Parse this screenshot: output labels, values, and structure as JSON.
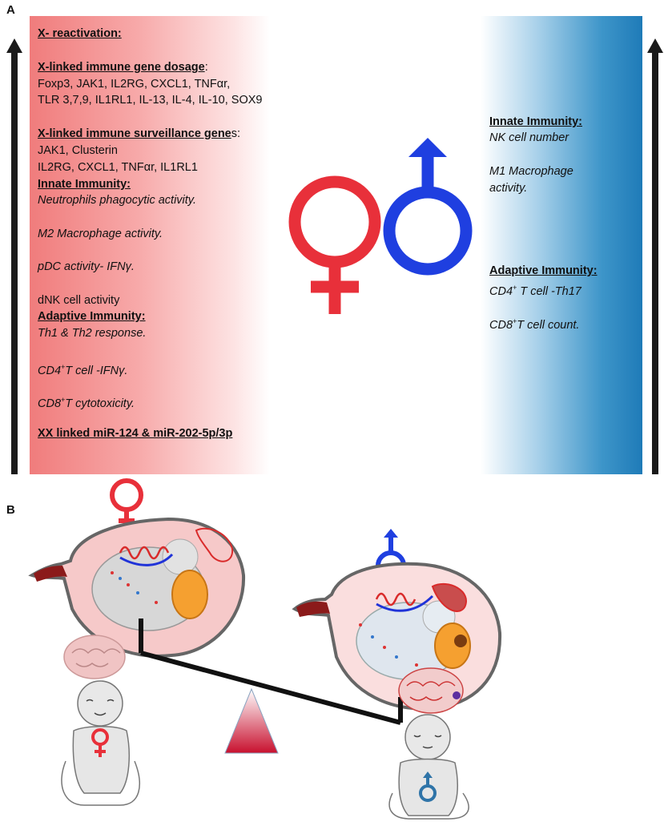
{
  "panel_a_label": "A",
  "panel_b_label": "B",
  "female_panel": {
    "x_reactivation": "X- reactivation:",
    "gene_dosage_heading": "X-linked immune gene dosage",
    "gene_dosage_colon": ":",
    "gene_dosage_line1": "Foxp3, JAK1, IL2RG, CXCL1, TNFαr,",
    "gene_dosage_line2": "TLR 3,7,9, IL1RL1, IL-13, IL-4, IL-10, SOX9",
    "surveillance_heading": "X-linked immune surveillance gene",
    "surveillance_suffix": "s:",
    "surveillance_line1": "JAK1, Clusterin",
    "surveillance_line2": "IL2RG, CXCL1, TNFαr, IL1RL1",
    "innate_heading": "Innate Immunity:",
    "innate_item1": "Neutrophils phagocytic activity.",
    "innate_item2": "M2 Macrophage activity.",
    "innate_item3": "pDC activity- IFNγ.",
    "innate_item4": "dNK cell activity",
    "adaptive_heading": "Adaptive Immunity:",
    "adaptive_item1": "Th1 & Th2 response.",
    "adaptive_item2_pre": "CD4",
    "adaptive_item2_sup": "+",
    "adaptive_item2_post": "T cell -IFNγ.",
    "adaptive_item3_pre": "CD8",
    "adaptive_item3_sup": "+",
    "adaptive_item3_post": "T cytotoxicity.",
    "mirna": "XX linked miR-124 & miR-202-5p/3p"
  },
  "male_panel": {
    "innate_heading": "Innate Immunity:",
    "innate_item1": "NK cell number",
    "innate_item2_line1": "M1 Macrophage",
    "innate_item2_line2": "activity.",
    "adaptive_heading": "Adaptive Immunity:",
    "adaptive_item1_pre": "CD4",
    "adaptive_item1_sup": "+",
    "adaptive_item1_post": " T cell -Th17",
    "adaptive_item2_pre": "CD8",
    "adaptive_item2_sup": "+",
    "adaptive_item2_post": "T  cell count."
  },
  "colors": {
    "female_red": "#e8303a",
    "male_blue": "#1f3fe0",
    "male_teal": "#2f74a8",
    "arrow_dark": "#1a1a1a"
  }
}
